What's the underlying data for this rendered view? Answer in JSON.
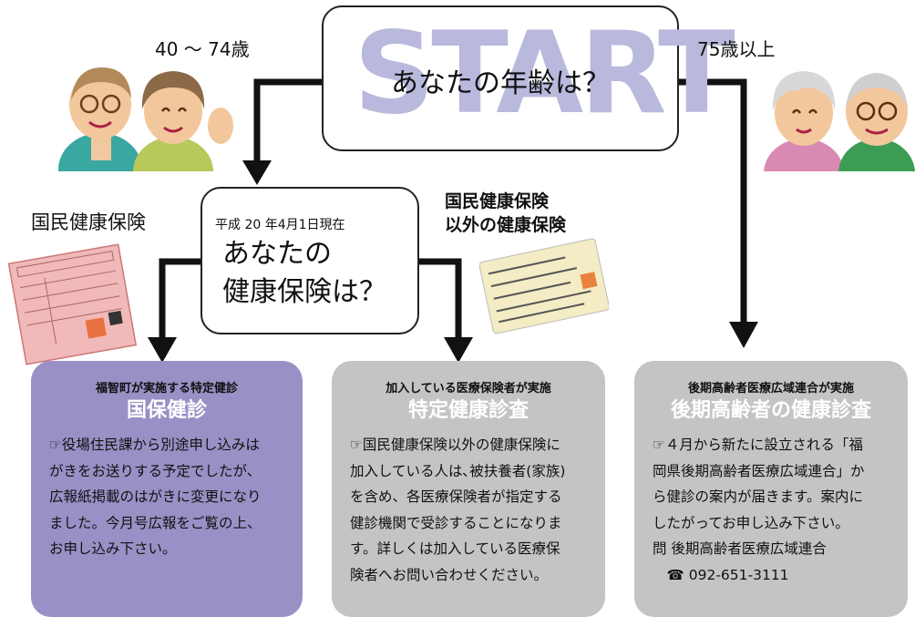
{
  "start": {
    "bg_word": "START",
    "question": "あなたの年齢は？"
  },
  "ages": {
    "left": "40 ～ 74歳",
    "right": "75歳以上"
  },
  "q2": {
    "date": "平成 20 年4月1日現在",
    "lines": [
      "あなたの",
      "健康保険は？"
    ]
  },
  "labels": {
    "kokuho": "国民健康保険",
    "other_lines": [
      "国民健康保険",
      "以外の健康保険"
    ]
  },
  "panels": [
    {
      "sub": "福智町が実施する特定健診",
      "title": "国保健診",
      "lines": [
        "☞役場住民課から別途申し込みは",
        "がきをお送りする予定でしたが、",
        "広報紙掲載のはがきに変更になり",
        "ました。今月号広報をご覧の上、",
        "お申し込み下さい。"
      ]
    },
    {
      "sub": "加入している医療保険者が実施",
      "title": "特定健康診査",
      "lines": [
        "☞国民健康保険以外の健康保険に",
        "加入している人は､被扶養者(家族)",
        "を含め、各医療保険者が指定する",
        "健診機関で受診することになりま",
        "す。詳しくは加入している医療保",
        "険者へお問い合わせください。"
      ]
    },
    {
      "sub": "後期高齢者医療広域連合が実施",
      "title": "後期高齢者の健康診査",
      "lines": [
        "☞４月から新たに設立される「福",
        "岡県後期高齢者医療広域連合」か",
        "ら健診の案内が届きます。案内に",
        "したがってお申し込み下さい。",
        "問 後期高齢者医療広域連合",
        "　☎ 092-651-3111"
      ]
    }
  ],
  "colors": {
    "panel_purple": "#9a90c6",
    "panel_gray": "#c4c4c4",
    "start_bg": "#b9b9dd"
  }
}
